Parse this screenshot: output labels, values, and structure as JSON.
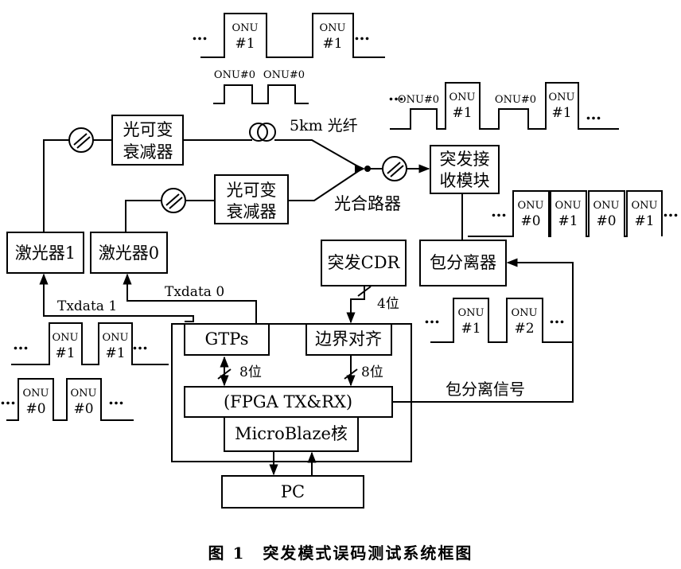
{
  "blocks": {
    "voa1_line1": "光可变",
    "voa1_line2": "衰减器",
    "voa2_line1": "光可变",
    "voa2_line2": "衰减器",
    "burst_rx_line1": "突发接",
    "burst_rx_line2": "收模块",
    "laser1": "激光器1",
    "laser0": "激光器0",
    "burst_cdr": "突发CDR",
    "packet_separator": "包分离器",
    "gtps": "GTPs",
    "boundary_align": "边界对齐",
    "fpga": "(FPGA TX&RX)",
    "microblaze": "MicroBlaze核",
    "pc": "PC"
  },
  "labels": {
    "fiber": "5km 光纤",
    "combiner": "光合路器",
    "txdata1": "Txdata 1",
    "txdata0": "Txdata 0",
    "bits4": "4位",
    "bits8_left": "8位",
    "bits8_right": "8位",
    "packet_signal": "包分离信号",
    "ellipsis": "…"
  },
  "onu": {
    "word": "ONU",
    "n0": "#0",
    "n1": "#1",
    "n2": "#2",
    "tag0": "ONU#0"
  },
  "caption": "图 1　突发模式误码测试系统框图"
}
